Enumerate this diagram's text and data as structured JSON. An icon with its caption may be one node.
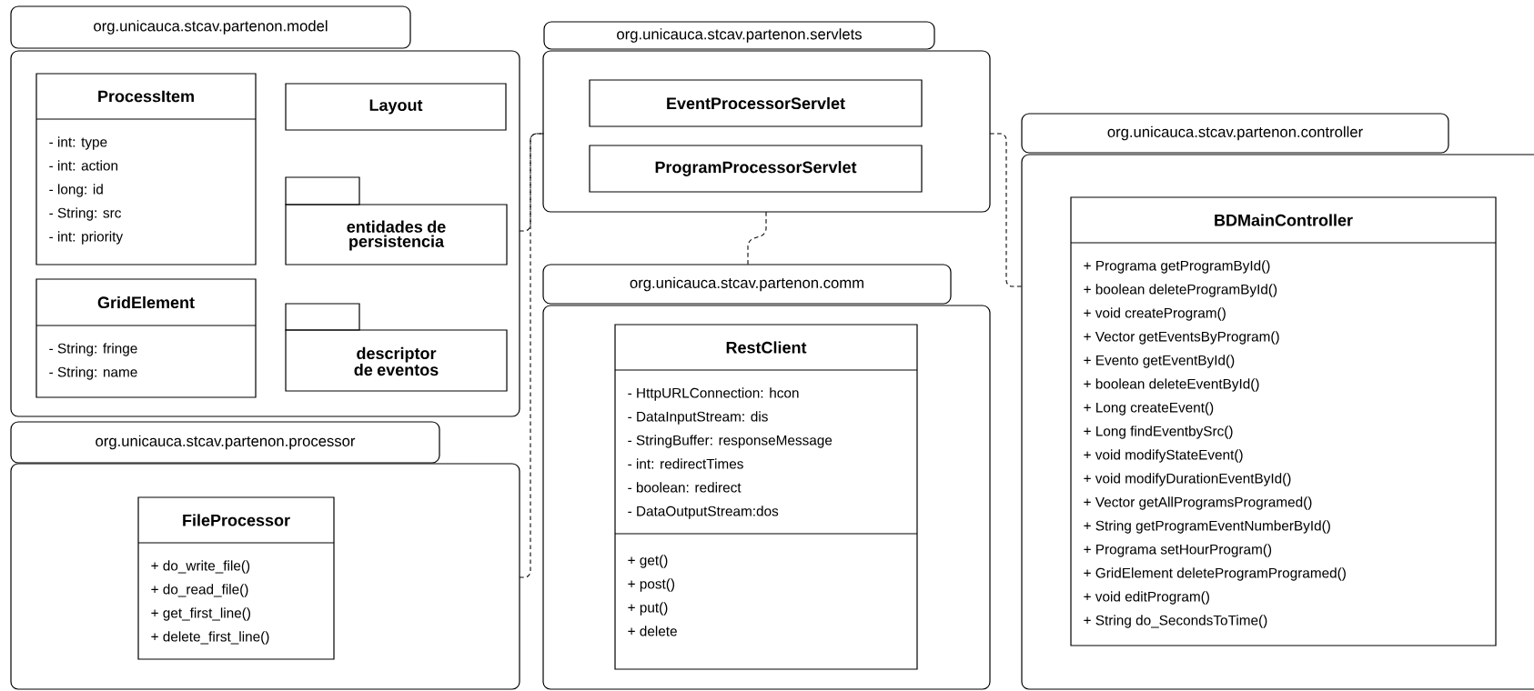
{
  "diagram": {
    "nodes": [
      {
        "text": [
          "org.unicauca.stcav.partenon.model"
        ]
      },
      {
        "text": [
          "ProcessItem",
          "- int: type",
          "- int: action",
          "- long: id",
          "- String: src",
          "- int: priority"
        ],
        "in": 0
      },
      {
        "text": [
          "Layout"
        ],
        "in": 0
      },
      {
        "text": [
          "entidades de persistencia"
        ],
        "in": 0
      },
      {
        "text": [
          "GridElement",
          "- String: fringe",
          "- String: name"
        ],
        "in": 0
      },
      {
        "text": [
          "descriptor de eventos"
        ],
        "in": 0
      },
      {
        "text": [
          "org.unicauca.stcav.partenon.processor"
        ]
      },
      {
        "text": [
          "FileProcessor",
          "+ do_write_file()",
          "+ do_read_file()",
          "+ get_first_line()",
          "+ delete_first_line()"
        ],
        "in": 6
      },
      {
        "text": [
          "org.unicauca.stcav.partenon.servlets"
        ]
      },
      {
        "text": [
          "EventProcessorServlet"
        ],
        "in": 8
      },
      {
        "text": [
          "ProgramProcessorServlet"
        ],
        "in": 8
      },
      {
        "text": [
          "org.unicauca.stcav.partenon.comm"
        ]
      },
      {
        "text": [
          "RestClient",
          "- HttpURLConnection: hcon",
          "- DataInputStream: dis",
          "- StringBuffer: responseMessage",
          "- int: redirectTimes",
          "- boolean: redirect",
          "- DataOutputStream:dos",
          "+ get()",
          "+ post()",
          "+ put()",
          "+ delete"
        ],
        "in": 11
      },
      {
        "text": [
          "org.unicauca.stcav.partenon.controller"
        ]
      },
      {
        "text": [
          "BDMainController",
          "+ Programa getProgramById()",
          "+ boolean deleteProgramById()",
          "+ void createProgram()",
          "+ Vector getEventsByProgram()",
          "+ Evento getEventById()",
          "+ boolean deleteEventById()",
          "+ Long createEvent()",
          "+ Long findEventbySrc()",
          "+ void modifyStateEvent()",
          "+ void modifyDurationEventById()",
          "+ Vector getAllProgramsProgramed()",
          "+ String getProgramEventNumberById()",
          "+ Programa setHourProgram()",
          "+ GridElement deleteProgramProgramed()",
          "+ void editProgram()",
          "+ String do_SecondsToTime()"
        ],
        "in": 13
      }
    ],
    "edges": [
      {
        "from": 0,
        "to": 8,
        "arrow": "none",
        "style": "dashed"
      },
      {
        "from": 6,
        "to": 8,
        "arrow": "none",
        "style": "dashed"
      },
      {
        "from": 8,
        "to": 11,
        "arrow": "none",
        "style": "dashed"
      },
      {
        "from": 8,
        "to": 13,
        "arrow": "none",
        "style": "dashed"
      }
    ]
  }
}
